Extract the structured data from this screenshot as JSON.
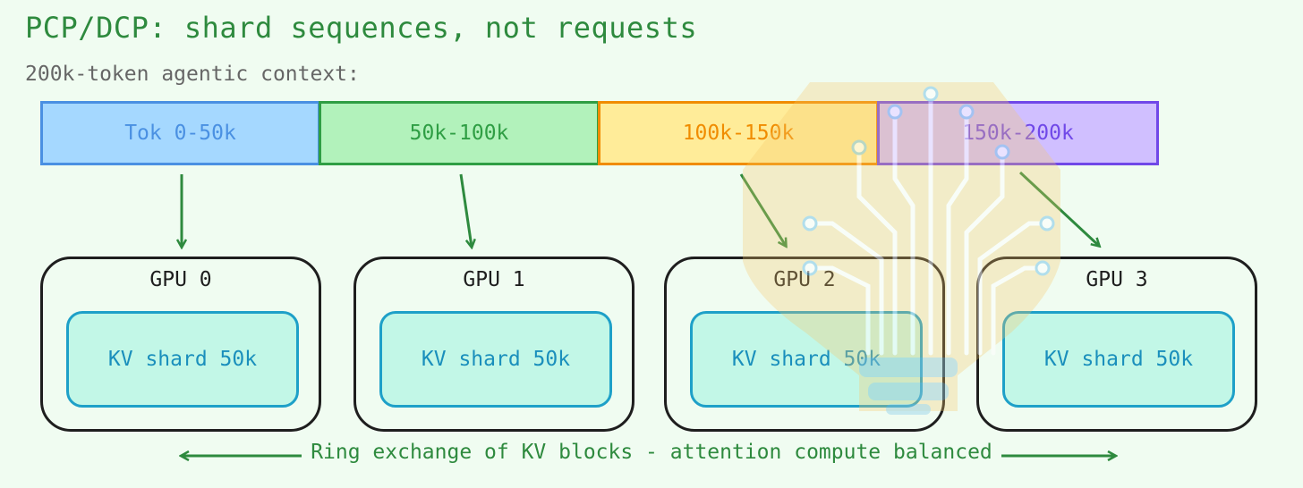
{
  "title": "PCP/DCP: shard sequences, not requests",
  "subtitle": "200k-token agentic context:",
  "segments": [
    {
      "label": "Tok 0-50k",
      "fill": "#a5d8ff",
      "stroke": "#4a90e2",
      "text": "#4a90e2"
    },
    {
      "label": "50k-100k",
      "fill": "#b2f2bb",
      "stroke": "#2f9e44",
      "text": "#2f9e44"
    },
    {
      "label": "100k-150k",
      "fill": "#ffec99",
      "stroke": "#f08c00",
      "text": "#f08c00"
    },
    {
      "label": "150k-200k",
      "fill": "#d0bfff",
      "stroke": "#7048e8",
      "text": "#7048e8"
    }
  ],
  "gpus": [
    {
      "label": "GPU 0",
      "kv": "KV shard 50k"
    },
    {
      "label": "GPU 1",
      "kv": "KV shard 50k"
    },
    {
      "label": "GPU 2",
      "kv": "KV shard 50k"
    },
    {
      "label": "GPU 3",
      "kv": "KV shard 50k"
    }
  ],
  "ring_label": "Ring exchange of KV blocks - attention compute balanced",
  "colors": {
    "arrow": "#2e8a3e",
    "background": "#f0fcf1"
  },
  "watermark_icon": "circuit-lightbulb-icon"
}
